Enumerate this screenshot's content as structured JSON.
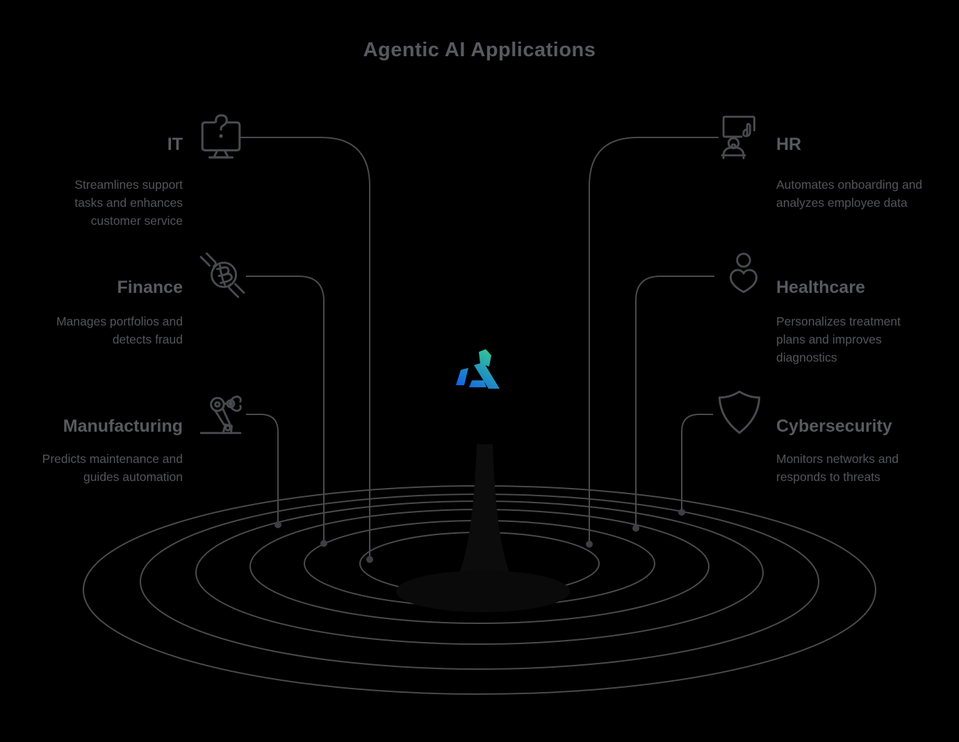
{
  "title": "Agentic AI Applications",
  "colors": {
    "background": "#000000",
    "heading_text": "#595a5e",
    "body_text": "#545559",
    "line": "#4b4b4e",
    "icon_stroke": "#4a4b4f",
    "dot": "#3e3f42",
    "logo_gradient_top": "#35d08e",
    "logo_gradient_bottom": "#1261e8"
  },
  "center_logo": {
    "name": "agentic-ai-logo"
  },
  "categories": [
    {
      "id": "it",
      "side": "left",
      "label": "IT",
      "icon": "monitor-question-icon",
      "description": "Streamlines support tasks and enhances customer service"
    },
    {
      "id": "finance",
      "side": "left",
      "label": "Finance",
      "icon": "bitcoin-hands-icon",
      "description": "Manages portfolios and detects fraud"
    },
    {
      "id": "manufacturing",
      "side": "left",
      "label": "Manufacturing",
      "icon": "robot-arm-icon",
      "description": "Predicts maintenance and guides automation"
    },
    {
      "id": "hr",
      "side": "right",
      "label": "HR",
      "icon": "screen-person-icon",
      "description": "Automates onboarding and analyzes employee data"
    },
    {
      "id": "healthcare",
      "side": "right",
      "label": "Healthcare",
      "icon": "heart-person-icon",
      "description": "Personalizes treatment plans and improves diagnostics"
    },
    {
      "id": "cybersecurity",
      "side": "right",
      "label": "Cybersecurity",
      "icon": "shield-icon",
      "description": "Monitors networks and responds to threats"
    }
  ]
}
